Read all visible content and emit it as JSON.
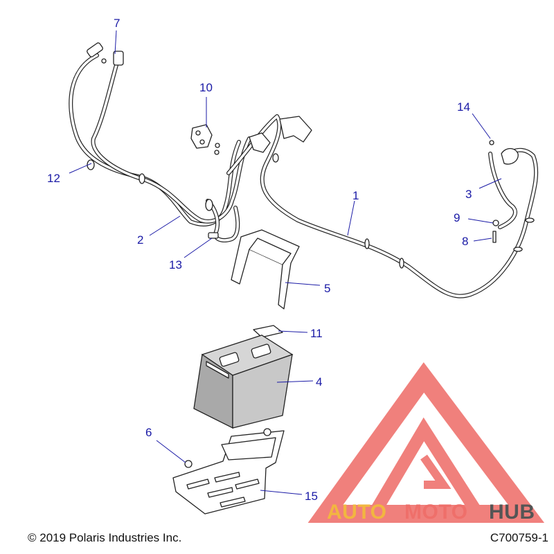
{
  "callouts": {
    "c1": "1",
    "c2": "2",
    "c3": "3",
    "c4": "4",
    "c5": "5",
    "c6": "6",
    "c7": "7",
    "c8": "8",
    "c9": "9",
    "c10": "10",
    "c11": "11",
    "c12": "12",
    "c13": "13",
    "c14": "14",
    "c15": "15"
  },
  "footer": {
    "copyright": "© 2019 Polaris Industries Inc.",
    "diagram_code": "C700759-1"
  },
  "watermark": {
    "brand_parts": [
      "AUTO",
      "MOTO",
      "HUB"
    ],
    "colors": {
      "auto": "#f2b640",
      "moto": "#ef6f6a",
      "hub": "#555555",
      "logo": "#ee6a66"
    }
  },
  "colors": {
    "callout": "#1a1aa6"
  }
}
